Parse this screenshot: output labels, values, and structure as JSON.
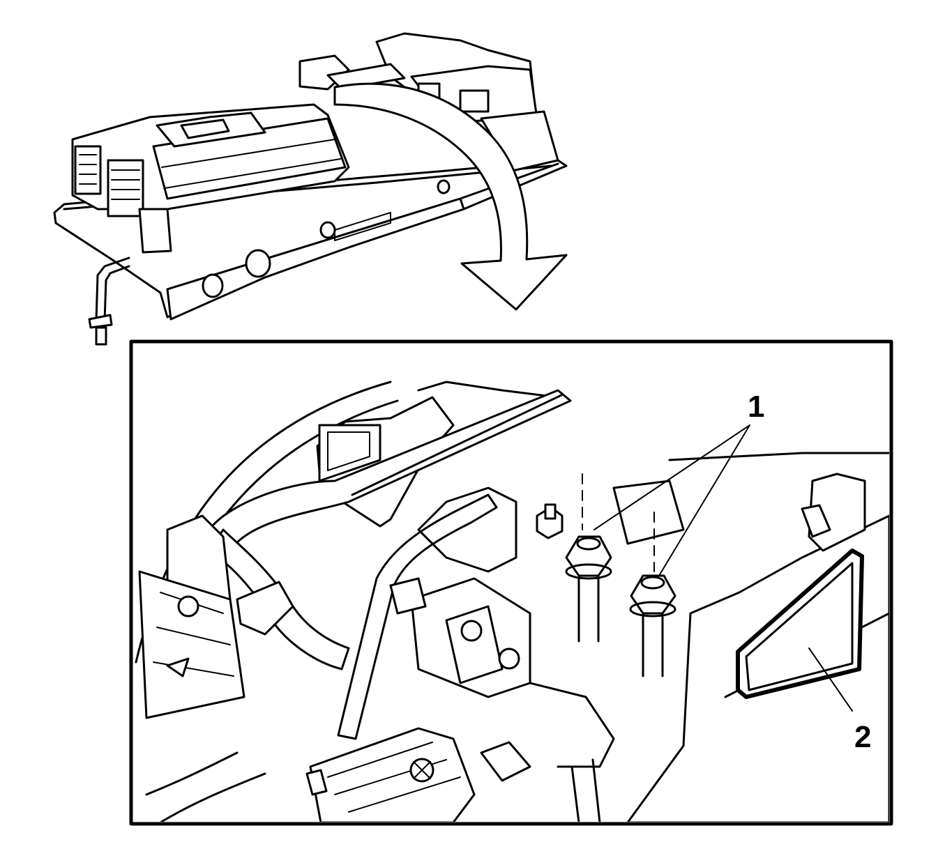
{
  "figure": {
    "callouts": [
      {
        "id": "1",
        "label": "1",
        "target": "mounting nuts"
      },
      {
        "id": "2",
        "label": "2",
        "target": "label"
      }
    ],
    "colors": {
      "ink": "#000000",
      "paper": "#ffffff"
    }
  }
}
